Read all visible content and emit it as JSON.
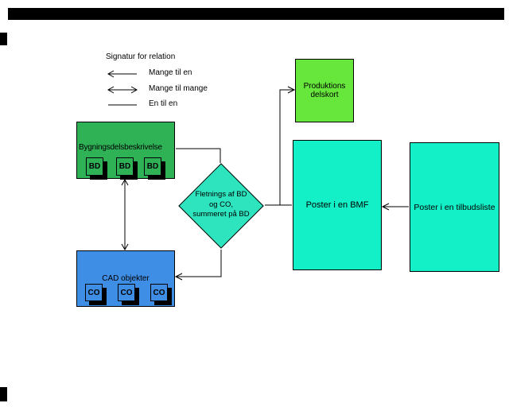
{
  "legend": {
    "title": "Signatur for relation",
    "items": [
      {
        "label": "Mange til en"
      },
      {
        "label": "Mange til mange"
      },
      {
        "label": "En til en"
      }
    ]
  },
  "nodes": {
    "bygningsdelsbeskrivelse": {
      "title": "Bygningsdelsbeskrivelse",
      "chips": [
        "BD",
        "BD",
        "BD"
      ]
    },
    "cad_objekter": {
      "title": "CAD objekter",
      "chips": [
        "CO",
        "CO",
        "CO"
      ]
    },
    "fletning": {
      "lines": [
        "Fletnings af BD",
        "og CO,",
        "summeret på BD"
      ]
    },
    "produktionsdelskort": {
      "lines": [
        "Produktions",
        "delskort"
      ]
    },
    "poster_bmf": {
      "title": "Poster i en BMF"
    },
    "poster_tilbudsliste": {
      "title": "Poster i en tilbudsliste"
    }
  },
  "colors": {
    "green_box": "#2fb156",
    "blue_box": "#3f8ee5",
    "diamond": "#2de4bf",
    "teal_box": "#13efc6",
    "bright_green_box": "#67e73c",
    "line": "#000000"
  }
}
